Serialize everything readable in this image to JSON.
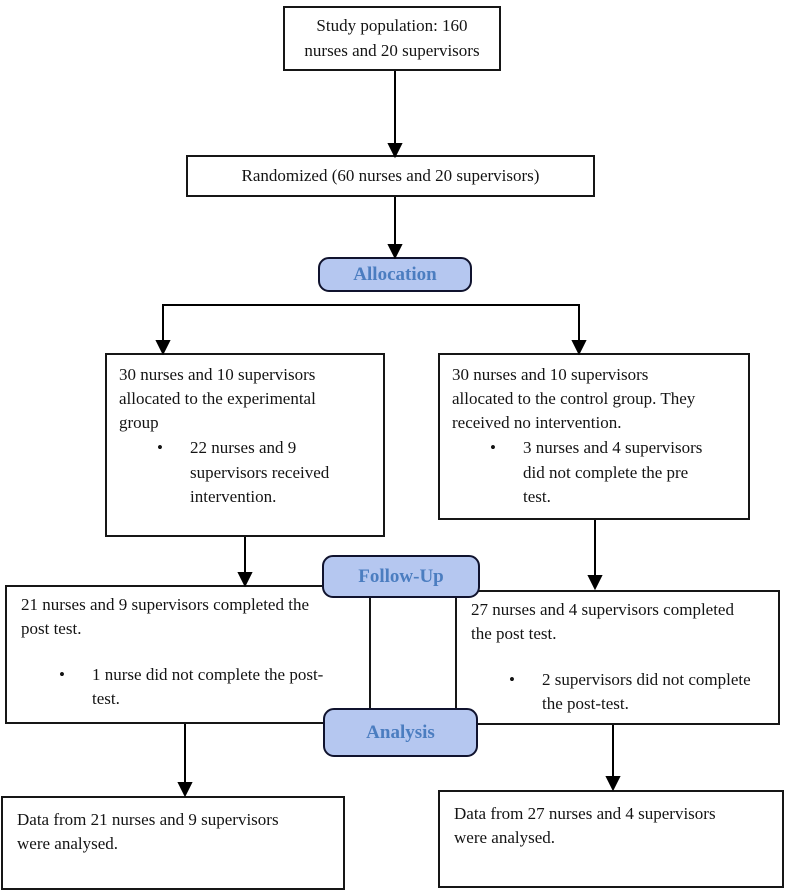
{
  "diagram": {
    "title_hint": "Study flow diagram",
    "study_population": "Study population: 160\nnurses and 20 supervisors",
    "randomized": "Randomized (60 nurses and 20 supervisors)",
    "stages": {
      "allocation": "Allocation",
      "follow_up": "Follow-Up",
      "analysis": "Analysis"
    },
    "allocation_left": {
      "main": "30 nurses and 10 supervisors\nallocated to the experimental\ngroup",
      "bullet": "22 nurses and 9\nsupervisors received\nintervention."
    },
    "allocation_right": {
      "main": "30 nurses and 10 supervisors\nallocated to the control group. They\nreceived no intervention.",
      "bullet": "3 nurses and 4 supervisors\ndid not complete the pre\ntest."
    },
    "followup_left": {
      "main": "21 nurses and 9 supervisors completed the\npost test.",
      "bullet": "1 nurse did not complete the post-\ntest."
    },
    "followup_right": {
      "main": "27 nurses and 4 supervisors completed\nthe post test.",
      "bullet": "2 supervisors did not complete\nthe post-test."
    },
    "analysis_left": "Data from 21 nurses and 9 supervisors\nwere analysed.",
    "analysis_right": "Data from 27 nurses and 4 supervisors\nwere analysed."
  },
  "glyphs": {
    "bullet": "•"
  },
  "colors": {
    "stage_fill": "#b5c7f0",
    "stage_text": "#4b7dc0",
    "stage_border": "#10132e",
    "box_border": "#161616",
    "arrow": "#000000",
    "background": "#ffffff"
  }
}
